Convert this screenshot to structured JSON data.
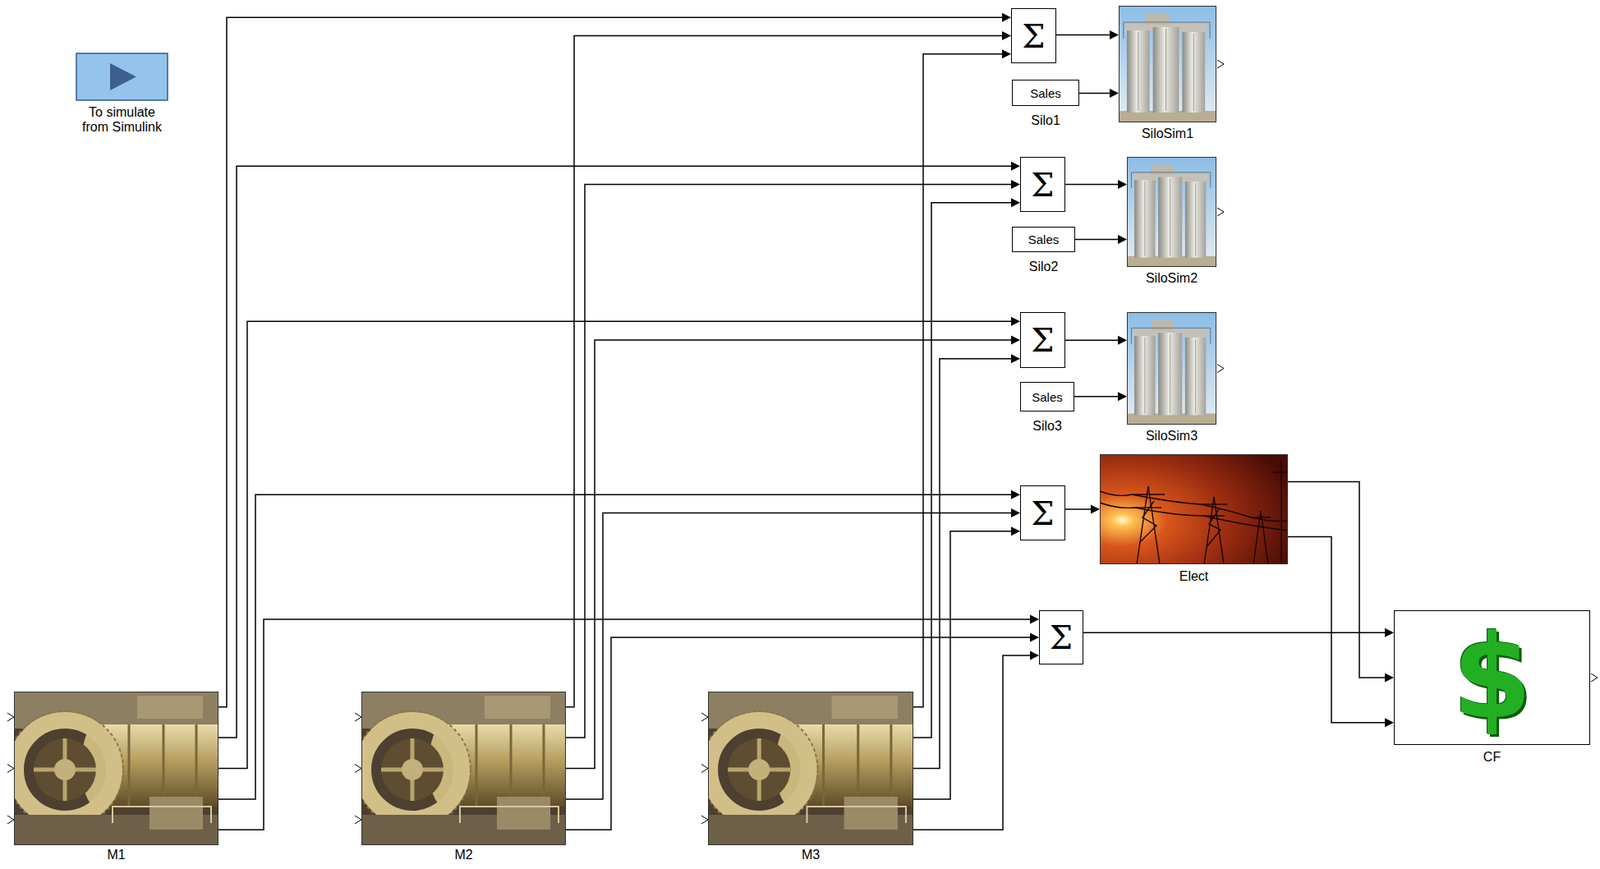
{
  "diagram": {
    "nodes": [
      {
        "text": [
          "To simulate from Simulink"
        ]
      },
      {
        "text": [
          "Σ"
        ]
      },
      {
        "text": [
          "SiloSim1"
        ]
      },
      {
        "text": [
          "Sales",
          "Silo1"
        ]
      },
      {
        "text": [
          "Σ"
        ]
      },
      {
        "text": [
          "SiloSim2"
        ]
      },
      {
        "text": [
          "Sales",
          "Silo2"
        ]
      },
      {
        "text": [
          "Σ"
        ]
      },
      {
        "text": [
          "SiloSim3"
        ]
      },
      {
        "text": [
          "Sales",
          "Silo3"
        ]
      },
      {
        "text": [
          "Σ"
        ]
      },
      {
        "text": [
          "Elect"
        ]
      },
      {
        "text": [
          "Σ"
        ]
      },
      {
        "text": [
          "$",
          "CF"
        ]
      },
      {
        "text": [
          "M1"
        ]
      },
      {
        "text": [
          "M2"
        ]
      },
      {
        "text": [
          "M3"
        ]
      }
    ],
    "edges": [
      {
        "from": 14,
        "to": 1,
        "arrow": "to"
      },
      {
        "from": 14,
        "to": 4,
        "arrow": "to"
      },
      {
        "from": 14,
        "to": 7,
        "arrow": "to"
      },
      {
        "from": 14,
        "to": 10,
        "arrow": "to"
      },
      {
        "from": 14,
        "to": 12,
        "arrow": "to"
      },
      {
        "from": 15,
        "to": 1,
        "arrow": "to"
      },
      {
        "from": 15,
        "to": 4,
        "arrow": "to"
      },
      {
        "from": 15,
        "to": 7,
        "arrow": "to"
      },
      {
        "from": 15,
        "to": 10,
        "arrow": "to"
      },
      {
        "from": 15,
        "to": 12,
        "arrow": "to"
      },
      {
        "from": 16,
        "to": 1,
        "arrow": "to"
      },
      {
        "from": 16,
        "to": 4,
        "arrow": "to"
      },
      {
        "from": 16,
        "to": 7,
        "arrow": "to"
      },
      {
        "from": 16,
        "to": 10,
        "arrow": "to"
      },
      {
        "from": 16,
        "to": 12,
        "arrow": "to"
      },
      {
        "from": 1,
        "to": 2,
        "arrow": "to"
      },
      {
        "from": 3,
        "to": 2,
        "arrow": "to"
      },
      {
        "from": 4,
        "to": 5,
        "arrow": "to"
      },
      {
        "from": 6,
        "to": 5,
        "arrow": "to"
      },
      {
        "from": 7,
        "to": 8,
        "arrow": "to"
      },
      {
        "from": 9,
        "to": 8,
        "arrow": "to"
      },
      {
        "from": 10,
        "to": 11,
        "arrow": "to"
      },
      {
        "from": 12,
        "to": 13,
        "arrow": "to"
      },
      {
        "from": 11,
        "to": 13,
        "arrow": "to"
      },
      {
        "from": 11,
        "to": 13,
        "arrow": "to"
      }
    ]
  }
}
